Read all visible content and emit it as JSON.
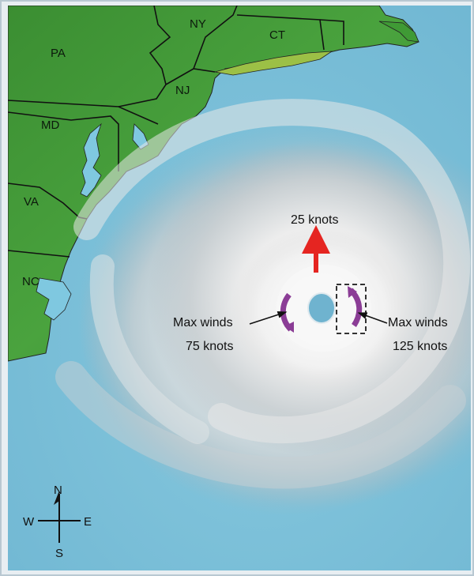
{
  "states": {
    "pa": "PA",
    "ny": "NY",
    "ct": "CT",
    "nj": "NJ",
    "md": "MD",
    "va": "VA",
    "nc": "NC"
  },
  "annotations": {
    "forward_speed": "25 knots",
    "left_label_line1": "Max winds",
    "left_label_line2": "75 knots",
    "right_label_line1": "Max winds",
    "right_label_line2": "125 knots"
  },
  "compass": {
    "north": "N",
    "south": "S",
    "east": "E",
    "west": "W"
  },
  "colors": {
    "ocean": "#7fc8e0",
    "land": "#3f9a35",
    "cloud": "#f2f2f2",
    "arrow_motion": "#e52521",
    "arrow_rotation": "#8b3d96"
  }
}
